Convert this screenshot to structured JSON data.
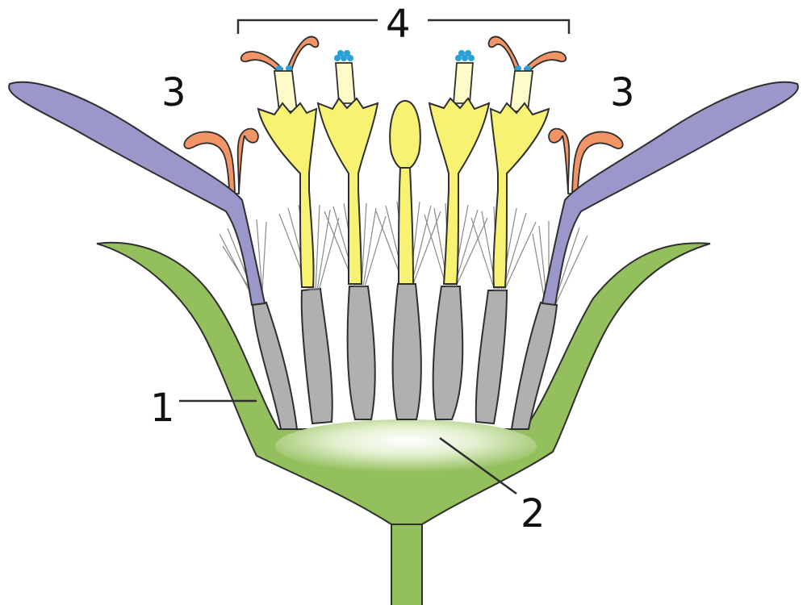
{
  "labels": {
    "receptacle": "1",
    "nectary": "2",
    "ray_left": "3",
    "ray_right": "3",
    "disc_florets": "4"
  },
  "colors": {
    "receptacle": "#93bf5c",
    "receptacle_stroke": "#2f2f2f",
    "achene": "#b0b0b0",
    "pappus": "#8a8a8a",
    "disc_corolla": "#f8f272",
    "ray_ligule": "#9a98cb",
    "stigma": "#f39467",
    "anther_tube": "#fdfcc8",
    "pollen": "#2aa0d6",
    "nectary_light": "#f3f9ea"
  },
  "icons": [
    "composite-flower-illustration"
  ]
}
